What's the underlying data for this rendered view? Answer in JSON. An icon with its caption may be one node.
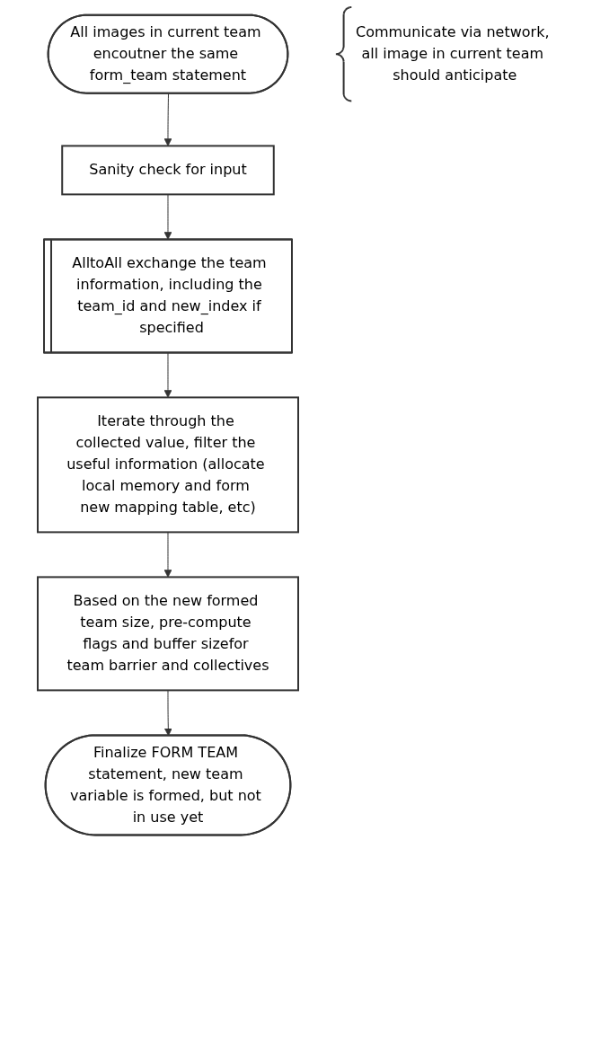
{
  "diagram": {
    "nodes": [
      {
        "text": [
          "All images in current team encoutner the same form_team statement"
        ]
      },
      {
        "text": [
          "Sanity check for input"
        ]
      },
      {
        "text": [
          "AlltoAll exchange the team information, including the team_id and new_index if specified"
        ]
      },
      {
        "text": [
          "Communicate via network, all image in current team should anticipate"
        ]
      },
      {
        "text": [
          "Iterate through the collected value, filter the useful information (allocate local memory and form new mapping table, etc)"
        ]
      },
      {
        "text": [
          "Based on the new formed team size, pre-compute flags and buffer sizefor team barrier and collectives"
        ]
      },
      {
        "text": [
          "Finalize FORM TEAM statement, new team variable is formed, but not in use yet"
        ]
      }
    ],
    "edges": [
      {
        "from": 0,
        "to": 1,
        "arrow": "to"
      },
      {
        "from": 1,
        "to": 2,
        "arrow": "to"
      },
      {
        "from": 2,
        "to": 4,
        "arrow": "to"
      },
      {
        "from": 4,
        "to": 5,
        "arrow": "to"
      },
      {
        "from": 5,
        "to": 6,
        "arrow": "to"
      }
    ]
  }
}
